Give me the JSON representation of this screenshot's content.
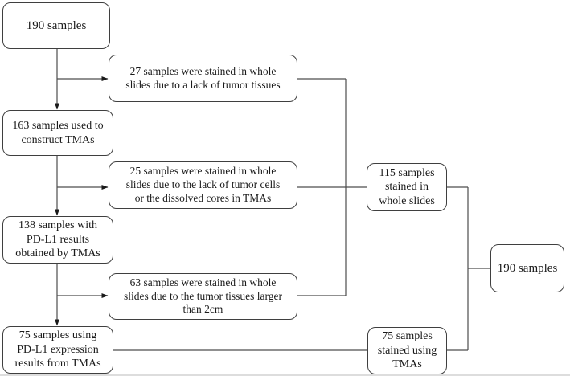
{
  "figure": {
    "type": "flowchart"
  },
  "colors": {
    "background": "#ffffff",
    "box_border": "#3f3f3f",
    "connector_line": "#4d4d4d",
    "arrowhead": "#1a1a1a",
    "text": "#1a1a1a"
  },
  "boxes": [
    {
      "id": "samples-190-start",
      "text": "190 samples"
    },
    {
      "id": "excluded-27",
      "text": "27 samples were stained in whole\nslides due to a lack of tumor tissues"
    },
    {
      "id": "tma-constructed-163",
      "text": "163 samples used to\nconstruct TMAs"
    },
    {
      "id": "excluded-25",
      "text": "25 samples were stained in whole\nslides due to the lack of tumor cells\nor the dissolved cores in TMAs"
    },
    {
      "id": "pdl1-results-138",
      "text": "138 samples with\nPD-L1 results\nobtained by TMAs"
    },
    {
      "id": "excluded-63",
      "text": "63 samples were stained in whole\nslides due to the tumor tissues larger\nthan 2cm"
    },
    {
      "id": "pdl1-results-75",
      "text": "75 samples using\nPD-L1 expression\nresults from TMAs"
    },
    {
      "id": "whole-slides-115",
      "text": "115 samples\nstained in\nwhole slides"
    },
    {
      "id": "tma-stained-75",
      "text": "75 samples\nstained using\nTMAs"
    },
    {
      "id": "samples-190-total",
      "text": "190 samples"
    }
  ]
}
